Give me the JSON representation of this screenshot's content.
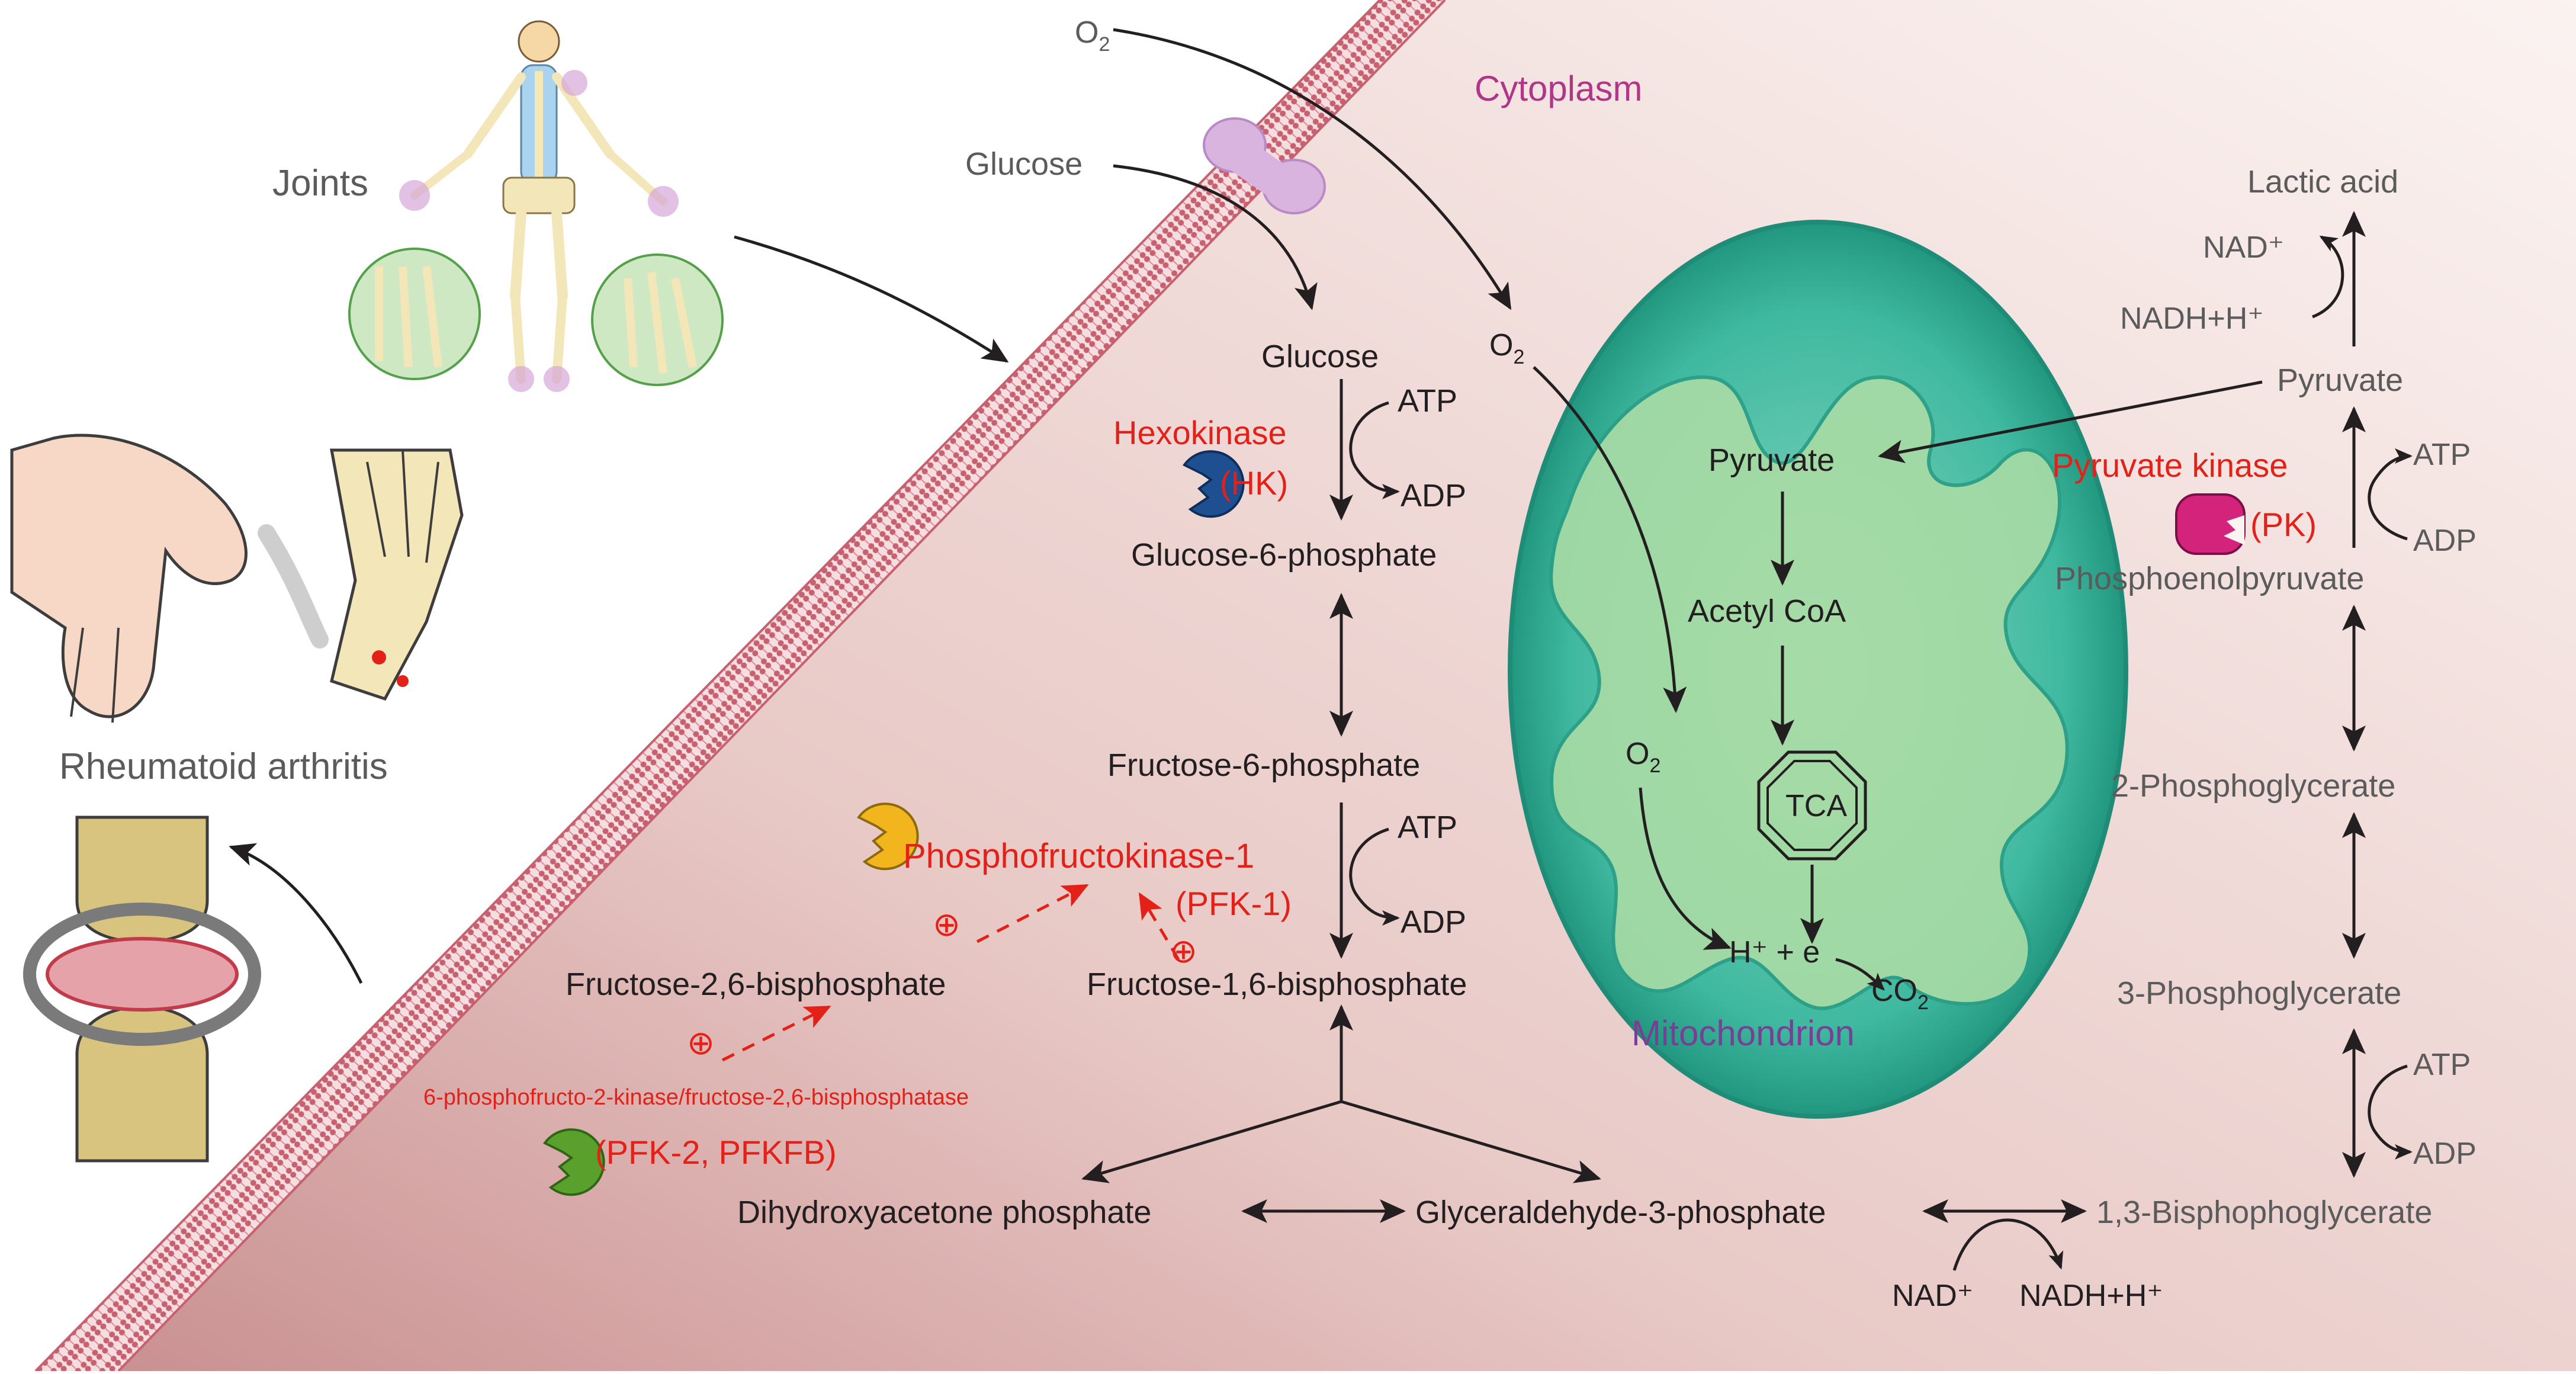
{
  "labels": {
    "joints": "Joints",
    "rheumatoid_arthritis": "Rheumatoid arthritis",
    "cytoplasm": "Cytoplasm",
    "mitochondrion": "Mitochondrion",
    "o2": "O",
    "o2_sub": "2",
    "glucose_outside": "Glucose",
    "glucose": "Glucose",
    "glucose_6_phosphate": "Glucose-6-phosphate",
    "fructose_6_phosphate": "Fructose-6-phosphate",
    "fructose_1_6_bisphosphate": "Fructose-1,6-bisphosphate",
    "fructose_2_6_bisphosphate": "Fructose-2,6-bisphosphate",
    "dihydroxyacetone_phosphate": "Dihydroxyacetone phosphate",
    "glyceraldehyde_3_phosphate": "Glyceraldehyde-3-phosphate",
    "bisphosphoglycerate_1_3": "1,3-Bisphophoglycerate",
    "phosphoglycerate_3": "3-Phosphoglycerate",
    "phosphoglycerate_2": "2-Phosphoglycerate",
    "phosphoenolpyruvate": "Phosphoenolpyruvate",
    "pyruvate": "Pyruvate",
    "lactic_acid": "Lactic acid",
    "mito_pyruvate": "Pyruvate",
    "acetyl_coa": "Acetyl CoA",
    "tca": "TCA",
    "h_plus_e": "H⁺ + e",
    "co2": "CO",
    "co2_sub": "2",
    "atp": "ATP",
    "adp": "ADP",
    "nad": "NAD⁺",
    "nadh": "NADH+H⁺",
    "plus_symbol": "⊕"
  },
  "enzymes": {
    "hexokinase": "Hexokinase",
    "hk": "(HK)",
    "pfk1": "Phosphofructokinase-1",
    "pfk1_abbr": "(PFK-1)",
    "pfk2_full": "6-phosphofructo-2-kinase/fructose-2,6-bisphosphatase",
    "pfk2_abbr": "(PFK-2, PFKFB)",
    "pyruvate_kinase": "Pyruvate kinase",
    "pk": "(PK)"
  },
  "colors": {
    "enzyme_text": "#e32119",
    "metabolite_text": "#231f20",
    "compartment_cytoplasm": "#b0368a",
    "compartment_mitochondrion": "#7a3e96",
    "hk_icon": "#1d4f91",
    "pfk1_icon": "#f2b51e",
    "pfk2_icon": "#5aa02c",
    "pk_icon": "#d4237a",
    "mitochondrion_fill": "#2fae98",
    "membrane": "#c96b7a"
  },
  "icons": [
    "hexokinase-enzyme-icon",
    "pfk1-enzyme-icon",
    "pfk2-enzyme-icon",
    "pyruvate-kinase-enzyme-icon",
    "glucose-transporter-icon",
    "human-skeleton-illustration",
    "rheumatoid-hand-illustration",
    "joint-illustration"
  ]
}
